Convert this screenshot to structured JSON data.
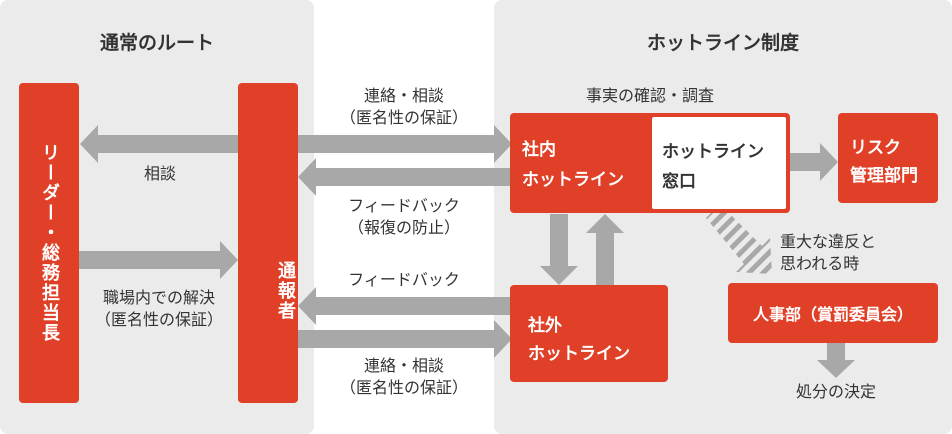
{
  "left_panel": {
    "title": "通常のルート"
  },
  "right_panel": {
    "title": "ホットライン制度"
  },
  "boxes": {
    "leader": "リーダー・総務担当長",
    "reporter": "通報者",
    "internal_hotline": [
      "社内",
      "ホットライン"
    ],
    "hotline_window": [
      "ホットライン",
      "窓口"
    ],
    "external_hotline": [
      "社外",
      "ホットライン"
    ],
    "risk_dept": [
      "リスク",
      "管理部門"
    ],
    "hr_dept": "人事部（賞罰委員会）"
  },
  "labels": {
    "consult": "相談",
    "workplace_resolution": [
      "職場内での解決",
      "（匿名性の保証）"
    ],
    "contact_top": [
      "連絡・相談",
      "（匿名性の保証）"
    ],
    "feedback_top": [
      "フィードバック",
      "（報復の防止）"
    ],
    "feedback_bottom": "フィードバック",
    "contact_bottom": [
      "連絡・相談",
      "（匿名性の保証）"
    ],
    "fact_check": "事実の確認・調査",
    "serious_violation": [
      "重大な違反と",
      "思われる時"
    ],
    "disposition": "処分の決定"
  },
  "colors": {
    "panel": "#ebebeb",
    "box_red": "#e04027",
    "arrow_gray": "#a8a8a8",
    "text": "#333333"
  }
}
